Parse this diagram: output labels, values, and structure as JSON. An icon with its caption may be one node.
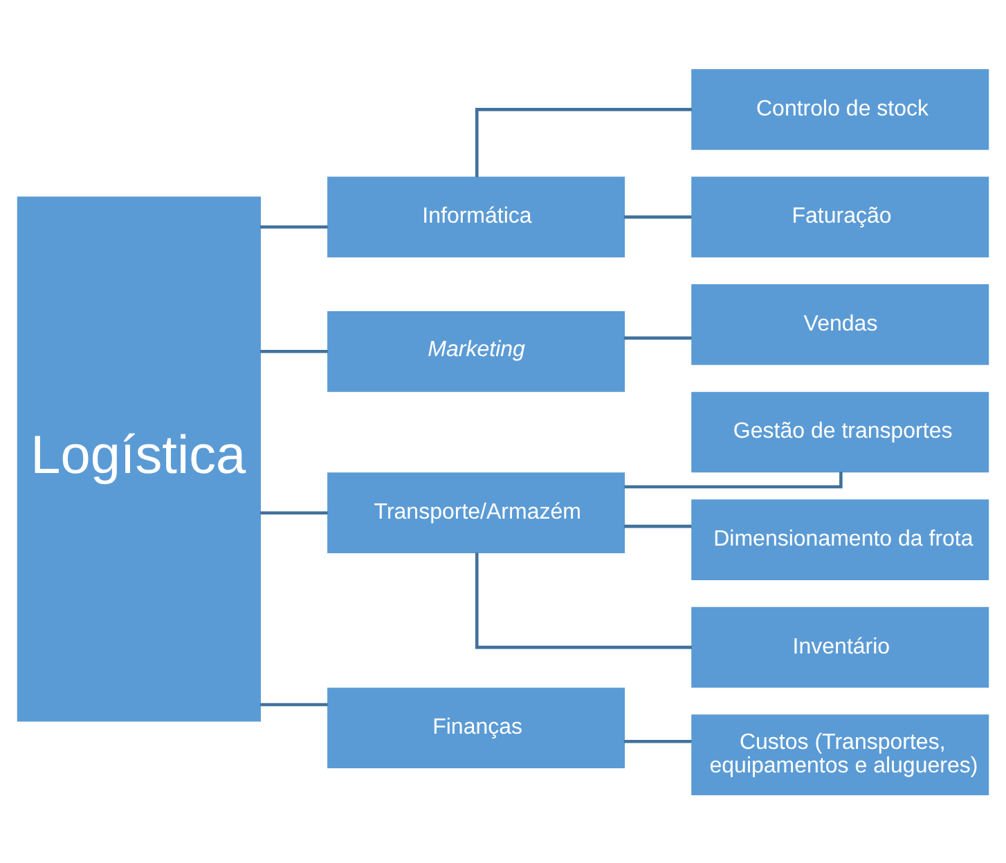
{
  "diagram": {
    "nodes": [
      {
        "text": [
          "Logística"
        ]
      },
      {
        "text": [
          "Informática"
        ]
      },
      {
        "text": [
          "Controlo de stock"
        ]
      },
      {
        "text": [
          "Faturação"
        ]
      },
      {
        "text": [
          "Marketing"
        ]
      },
      {
        "text": [
          "Vendas"
        ]
      },
      {
        "text": [
          "Transporte/Armazém"
        ]
      },
      {
        "text": [
          "Gestão de transportes"
        ]
      },
      {
        "text": [
          "Dimensionamento da frota"
        ]
      },
      {
        "text": [
          "Inventário"
        ]
      },
      {
        "text": [
          "Finanças"
        ]
      },
      {
        "text": [
          "Custos (Transportes, equipamentos e alugueres)"
        ]
      }
    ],
    "edges": [
      {
        "from": 0,
        "to": 1,
        "arrow": "none"
      },
      {
        "from": 0,
        "to": 4,
        "arrow": "none"
      },
      {
        "from": 0,
        "to": 6,
        "arrow": "none"
      },
      {
        "from": 0,
        "to": 10,
        "arrow": "none"
      },
      {
        "from": 1,
        "to": 2,
        "arrow": "none"
      },
      {
        "from": 1,
        "to": 3,
        "arrow": "none"
      },
      {
        "from": 4,
        "to": 5,
        "arrow": "none"
      },
      {
        "from": 6,
        "to": 7,
        "arrow": "none"
      },
      {
        "from": 6,
        "to": 8,
        "arrow": "none"
      },
      {
        "from": 6,
        "to": 9,
        "arrow": "none"
      },
      {
        "from": 10,
        "to": 11,
        "arrow": "none"
      }
    ]
  }
}
